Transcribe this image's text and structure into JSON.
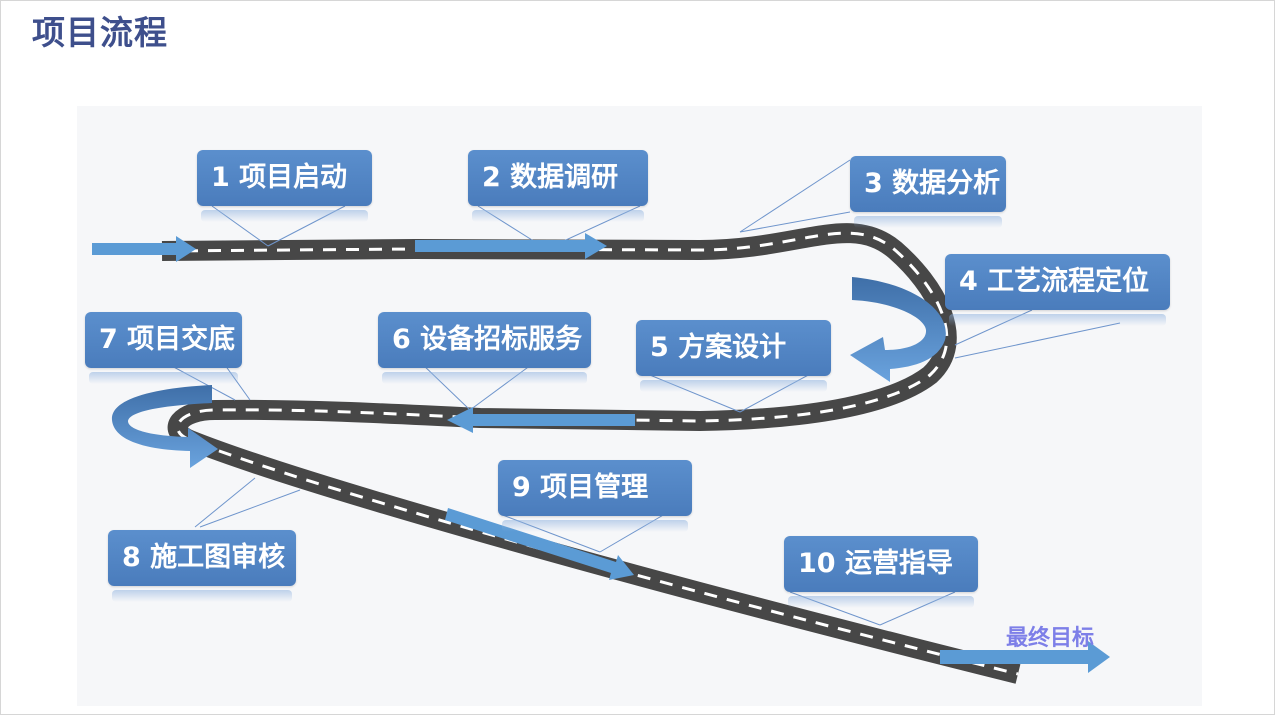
{
  "title": "项目流程",
  "steps": [
    {
      "label": "1 项目启动"
    },
    {
      "label": "2 数据调研"
    },
    {
      "label": "3 数据分析"
    },
    {
      "label": "4 工艺流程定位"
    },
    {
      "label": "5 方案设计"
    },
    {
      "label": "6 设备招标服务"
    },
    {
      "label": "7 项目交底"
    },
    {
      "label": "8 施工图审核"
    },
    {
      "label": "9 项目管理"
    },
    {
      "label": "10 运营指导"
    }
  ],
  "goal": "最终目标",
  "colors": {
    "title": "#3e4f8c",
    "label_fill": "#4f82c2",
    "road": "#4a4a4a",
    "arrow": "#5b9bd5",
    "goal_text": "#7d7fe8",
    "leader_line": "#6f95cc"
  }
}
